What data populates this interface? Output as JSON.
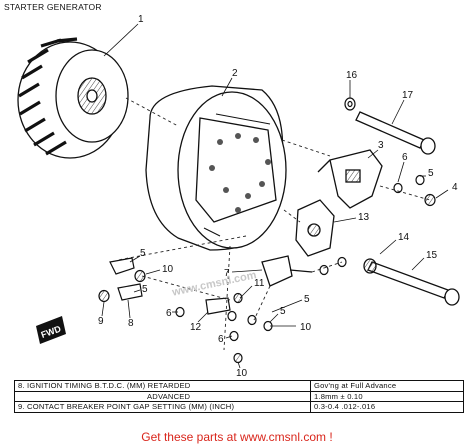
{
  "title": "STARTER GENERATOR",
  "callouts": [
    "1",
    "2",
    "16",
    "17",
    "3",
    "6",
    "5",
    "4",
    "13",
    "14",
    "15",
    "5",
    "10",
    "5",
    "11",
    "7",
    "9",
    "8",
    "6",
    "12",
    "5",
    "6",
    "10",
    "5",
    "10"
  ],
  "watermark": "www.cmsnl.com",
  "direction_badge": "FWD",
  "spec_table": {
    "rows": [
      {
        "left": "8. IGNITION TIMING B.T.D.C. (MM) RETARDED",
        "right": "Gov'ng at Full Advance"
      },
      {
        "left": "ADVANCED",
        "right": "1.8mm ± 0.10"
      },
      {
        "left": "9. CONTACT BREAKER POINT GAP SETTING (MM) (INCH)",
        "right": "0.3-0.4  .012-.016"
      }
    ]
  },
  "footer_link": "Get these parts at www.cmsnl.com !",
  "colors": {
    "footer": "#d9261c",
    "line": "#111111"
  }
}
